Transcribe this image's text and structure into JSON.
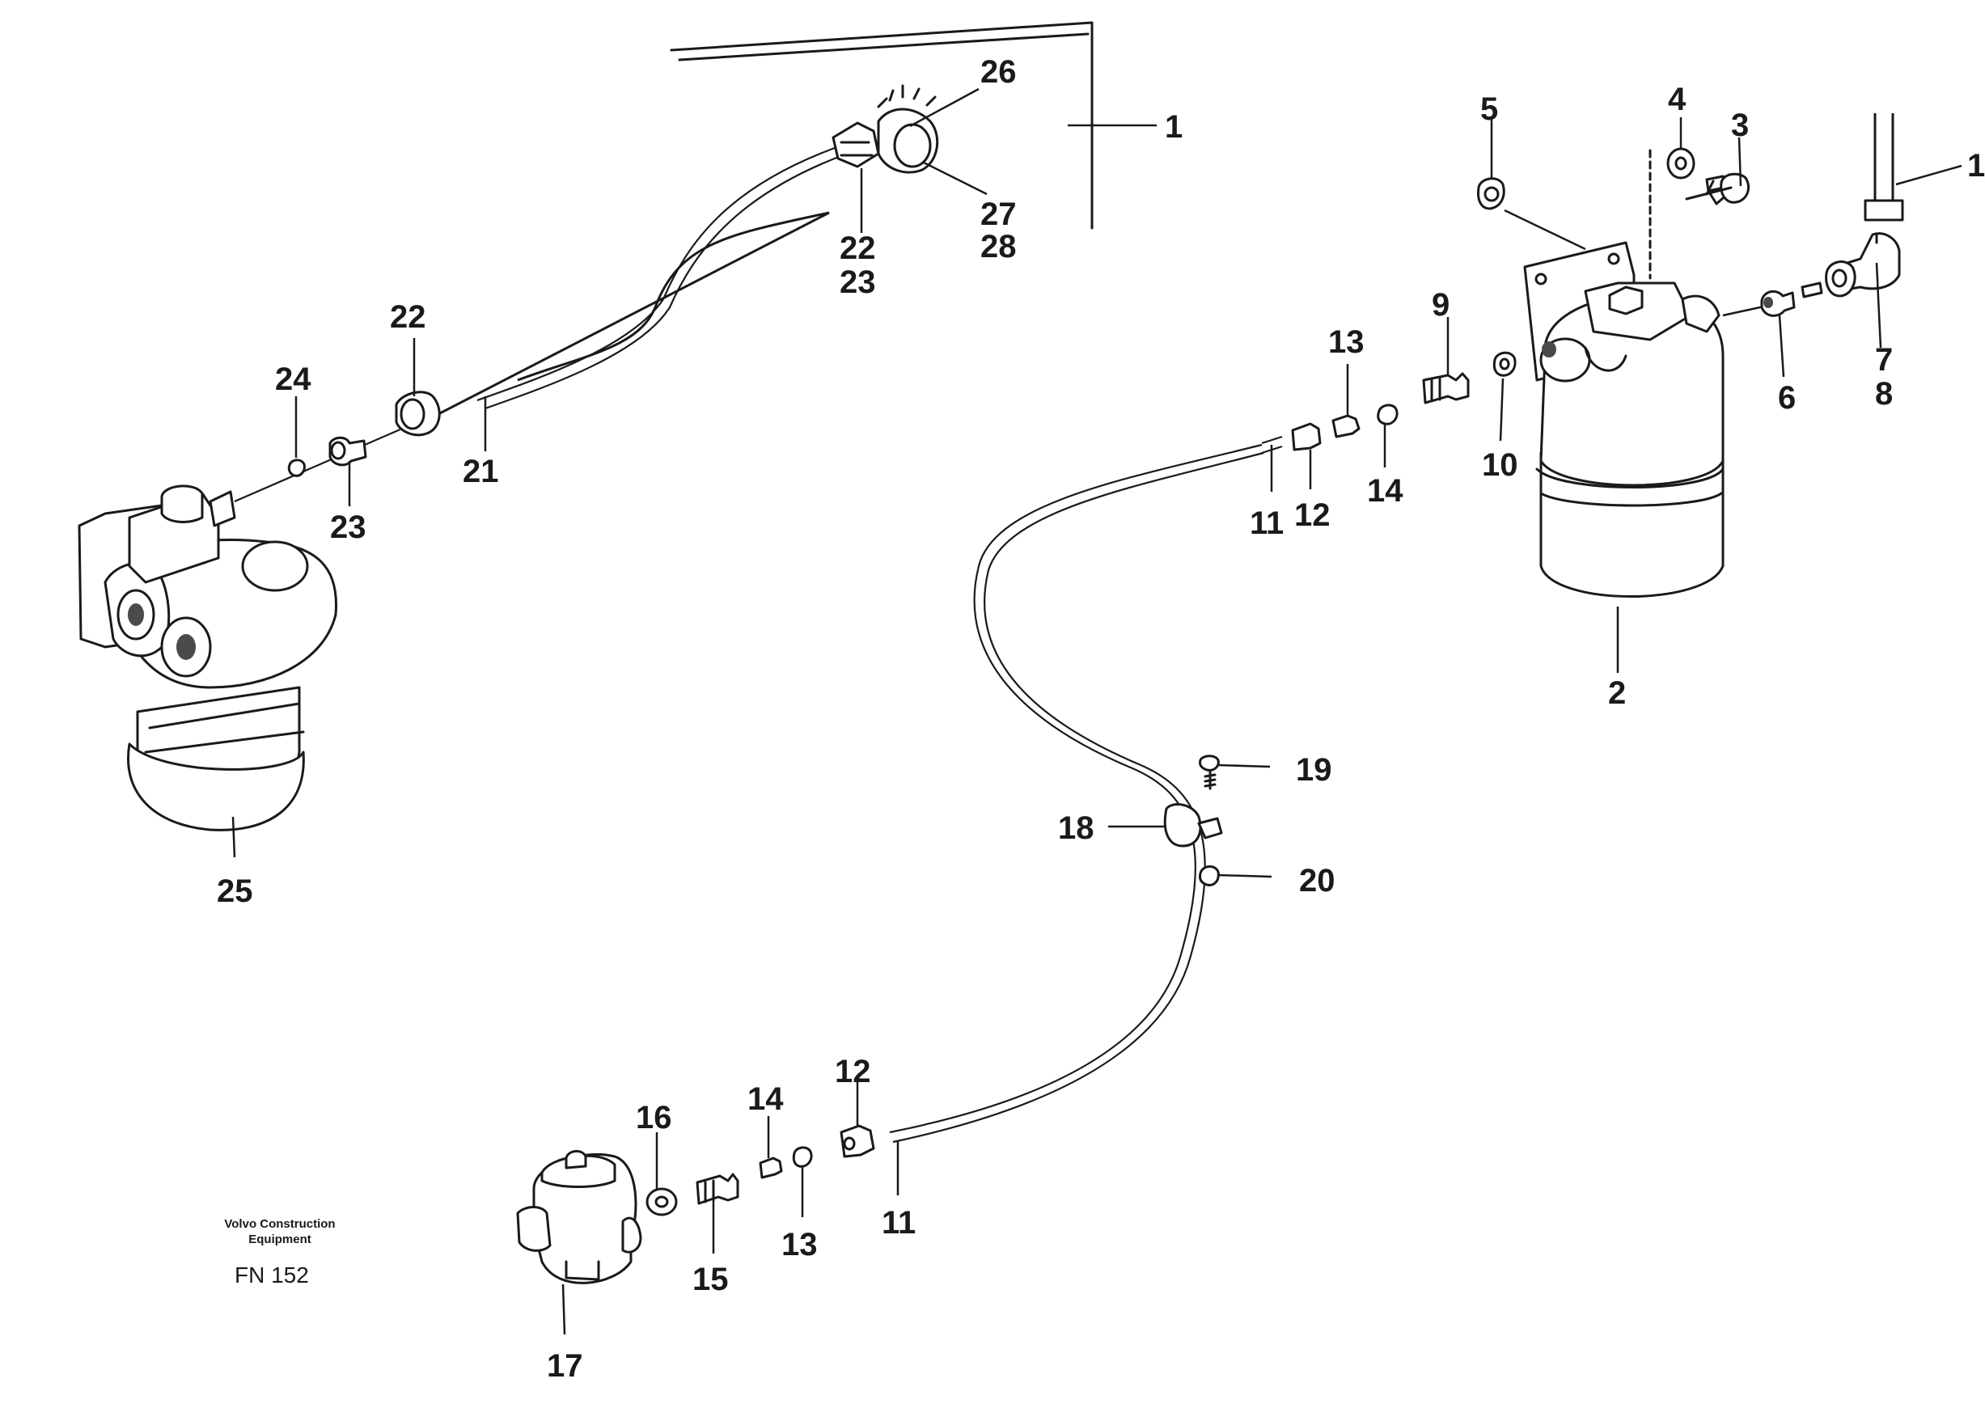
{
  "diagram": {
    "brand_line1": "Volvo Construction",
    "brand_line2": "Equipment",
    "figure_number": "FN 152",
    "callouts": {
      "c1_top": "1",
      "c1_right": "1",
      "c2": "2",
      "c3": "3",
      "c4": "4",
      "c5": "5",
      "c6": "6",
      "c7": "7",
      "c8": "8",
      "c9": "9",
      "c10": "10",
      "c11_upper": "11",
      "c11_lower": "11",
      "c12_upper": "12",
      "c12_lower": "12",
      "c13_upper": "13",
      "c13_lower": "13",
      "c14_upper": "14",
      "c14_lower": "14",
      "c15": "15",
      "c16": "16",
      "c17": "17",
      "c18": "18",
      "c19": "19",
      "c20": "20",
      "c21": "21",
      "c22_left": "22",
      "c23_left": "23",
      "c22_top": "22",
      "c23_top": "23",
      "c24": "24",
      "c25": "25",
      "c26": "26",
      "c27": "27",
      "c28": "28"
    }
  }
}
